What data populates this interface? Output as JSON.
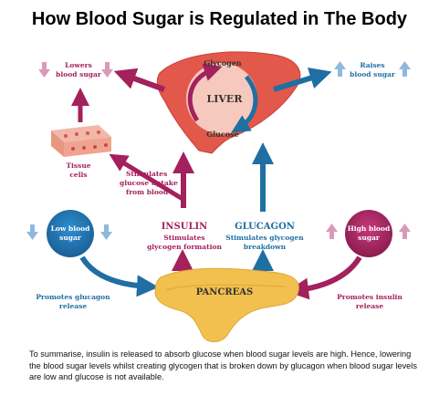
{
  "title": "How Blood Sugar is Regulated in The Body",
  "liver": {
    "label": "LIVER",
    "glycogen": "Glycogen",
    "glucose": "Glucose"
  },
  "lowers": {
    "line1": "Lowers",
    "line2": "blood sugar"
  },
  "raises": {
    "line1": "Raises",
    "line2": "blood sugar"
  },
  "tissue": {
    "line1": "Tissue",
    "line2": "cells"
  },
  "uptake": {
    "line1": "Stimulates",
    "line2": "glucose uptake",
    "line3": "from blood"
  },
  "low_sugar": {
    "line1": "Low blood",
    "line2": "sugar"
  },
  "high_sugar": {
    "line1": "High blood",
    "line2": "sugar"
  },
  "insulin": {
    "title": "INSULIN",
    "line1": "Stimulates",
    "line2": "glycogen formation"
  },
  "glucagon": {
    "title": "GLUCAGON",
    "line1": "Stimulates glycogen",
    "line2": "breakdown"
  },
  "pancreas": {
    "label": "PANCREAS"
  },
  "promotes_glucagon": {
    "line1": "Promotes glucagon",
    "line2": "release"
  },
  "promotes_insulin": {
    "line1": "Promotes insulin",
    "line2": "release"
  },
  "caption": "To summarise, insulin is released to absorb glucose when blood sugar levels are high. Hence, lowering the blood sugar levels whilst creating glycogen that is broken down by glucagon when blood sugar levels are low and glucose is not available.",
  "colors": {
    "insulin": "#a3215c",
    "glucagon": "#1f6fa3",
    "low_arrow": "#8fb8e0",
    "high_arrow": "#d99ab7",
    "liver": "#e2584a",
    "pancreas": "#f2c04f"
  }
}
